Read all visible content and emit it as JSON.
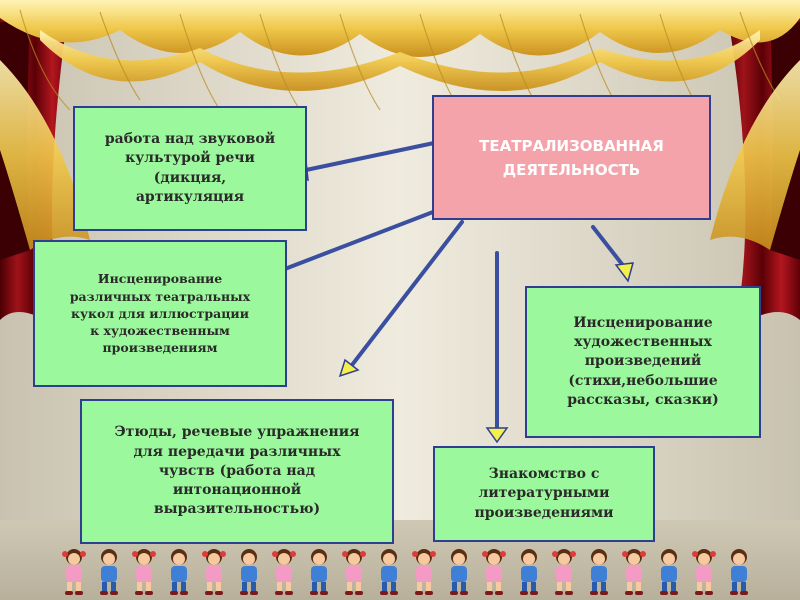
{
  "diagram": {
    "center": [
      "ТЕАТРАЛИЗОВАННАЯ",
      "ДЕЯТЕЛЬНОСТЬ"
    ],
    "box_sound": [
      "работа над звуковой",
      "культурой речи",
      "(дикция,",
      "артикуляция"
    ],
    "box_puppets": [
      "Инсценирование",
      "различных театральных",
      "кукол для иллюстрации",
      "к художественным",
      "произведениям"
    ],
    "box_etudes": [
      "Этюды, речевые упражнения",
      "для передачи различных",
      "чувств (работа над",
      "интонационной",
      "выразительностью)"
    ],
    "box_literature": [
      "Знакомство с",
      "литературными",
      "произведениями"
    ],
    "box_staging": [
      "Инсценирование",
      "художественных",
      "произведений",
      "(стихи,небольшие",
      "рассказы, сказки)"
    ]
  },
  "colors": {
    "box_green": "#9cf89c",
    "box_pink": "#f5a3ab",
    "border": "#2f3f8f",
    "arrow": "#3a4fa0",
    "arrowhead": "#f4ef4a"
  }
}
